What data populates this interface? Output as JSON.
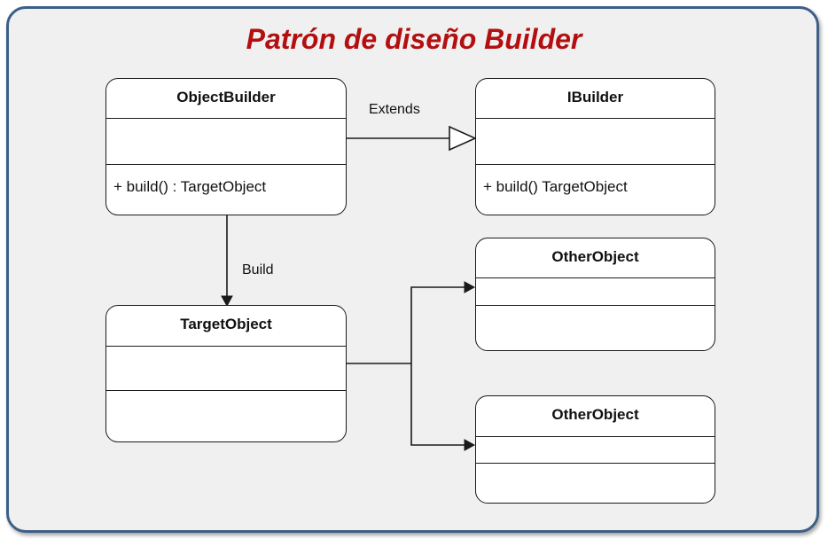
{
  "title": "Patrón de diseño Builder",
  "colors": {
    "title": "#b30f10",
    "frame_border": "#3d5f86",
    "frame_fill": "#f0f0f0"
  },
  "classes": {
    "object_builder": {
      "name": "ObjectBuilder",
      "method": "+ build() : TargetObject"
    },
    "ibuilder": {
      "name": "IBuilder",
      "method": "+ build() TargetObject"
    },
    "target_object": {
      "name": "TargetObject"
    },
    "other_object_1": {
      "name": "OtherObject"
    },
    "other_object_2": {
      "name": "OtherObject"
    }
  },
  "connectors": {
    "extends_label": "Extends",
    "build_label": "Build"
  }
}
